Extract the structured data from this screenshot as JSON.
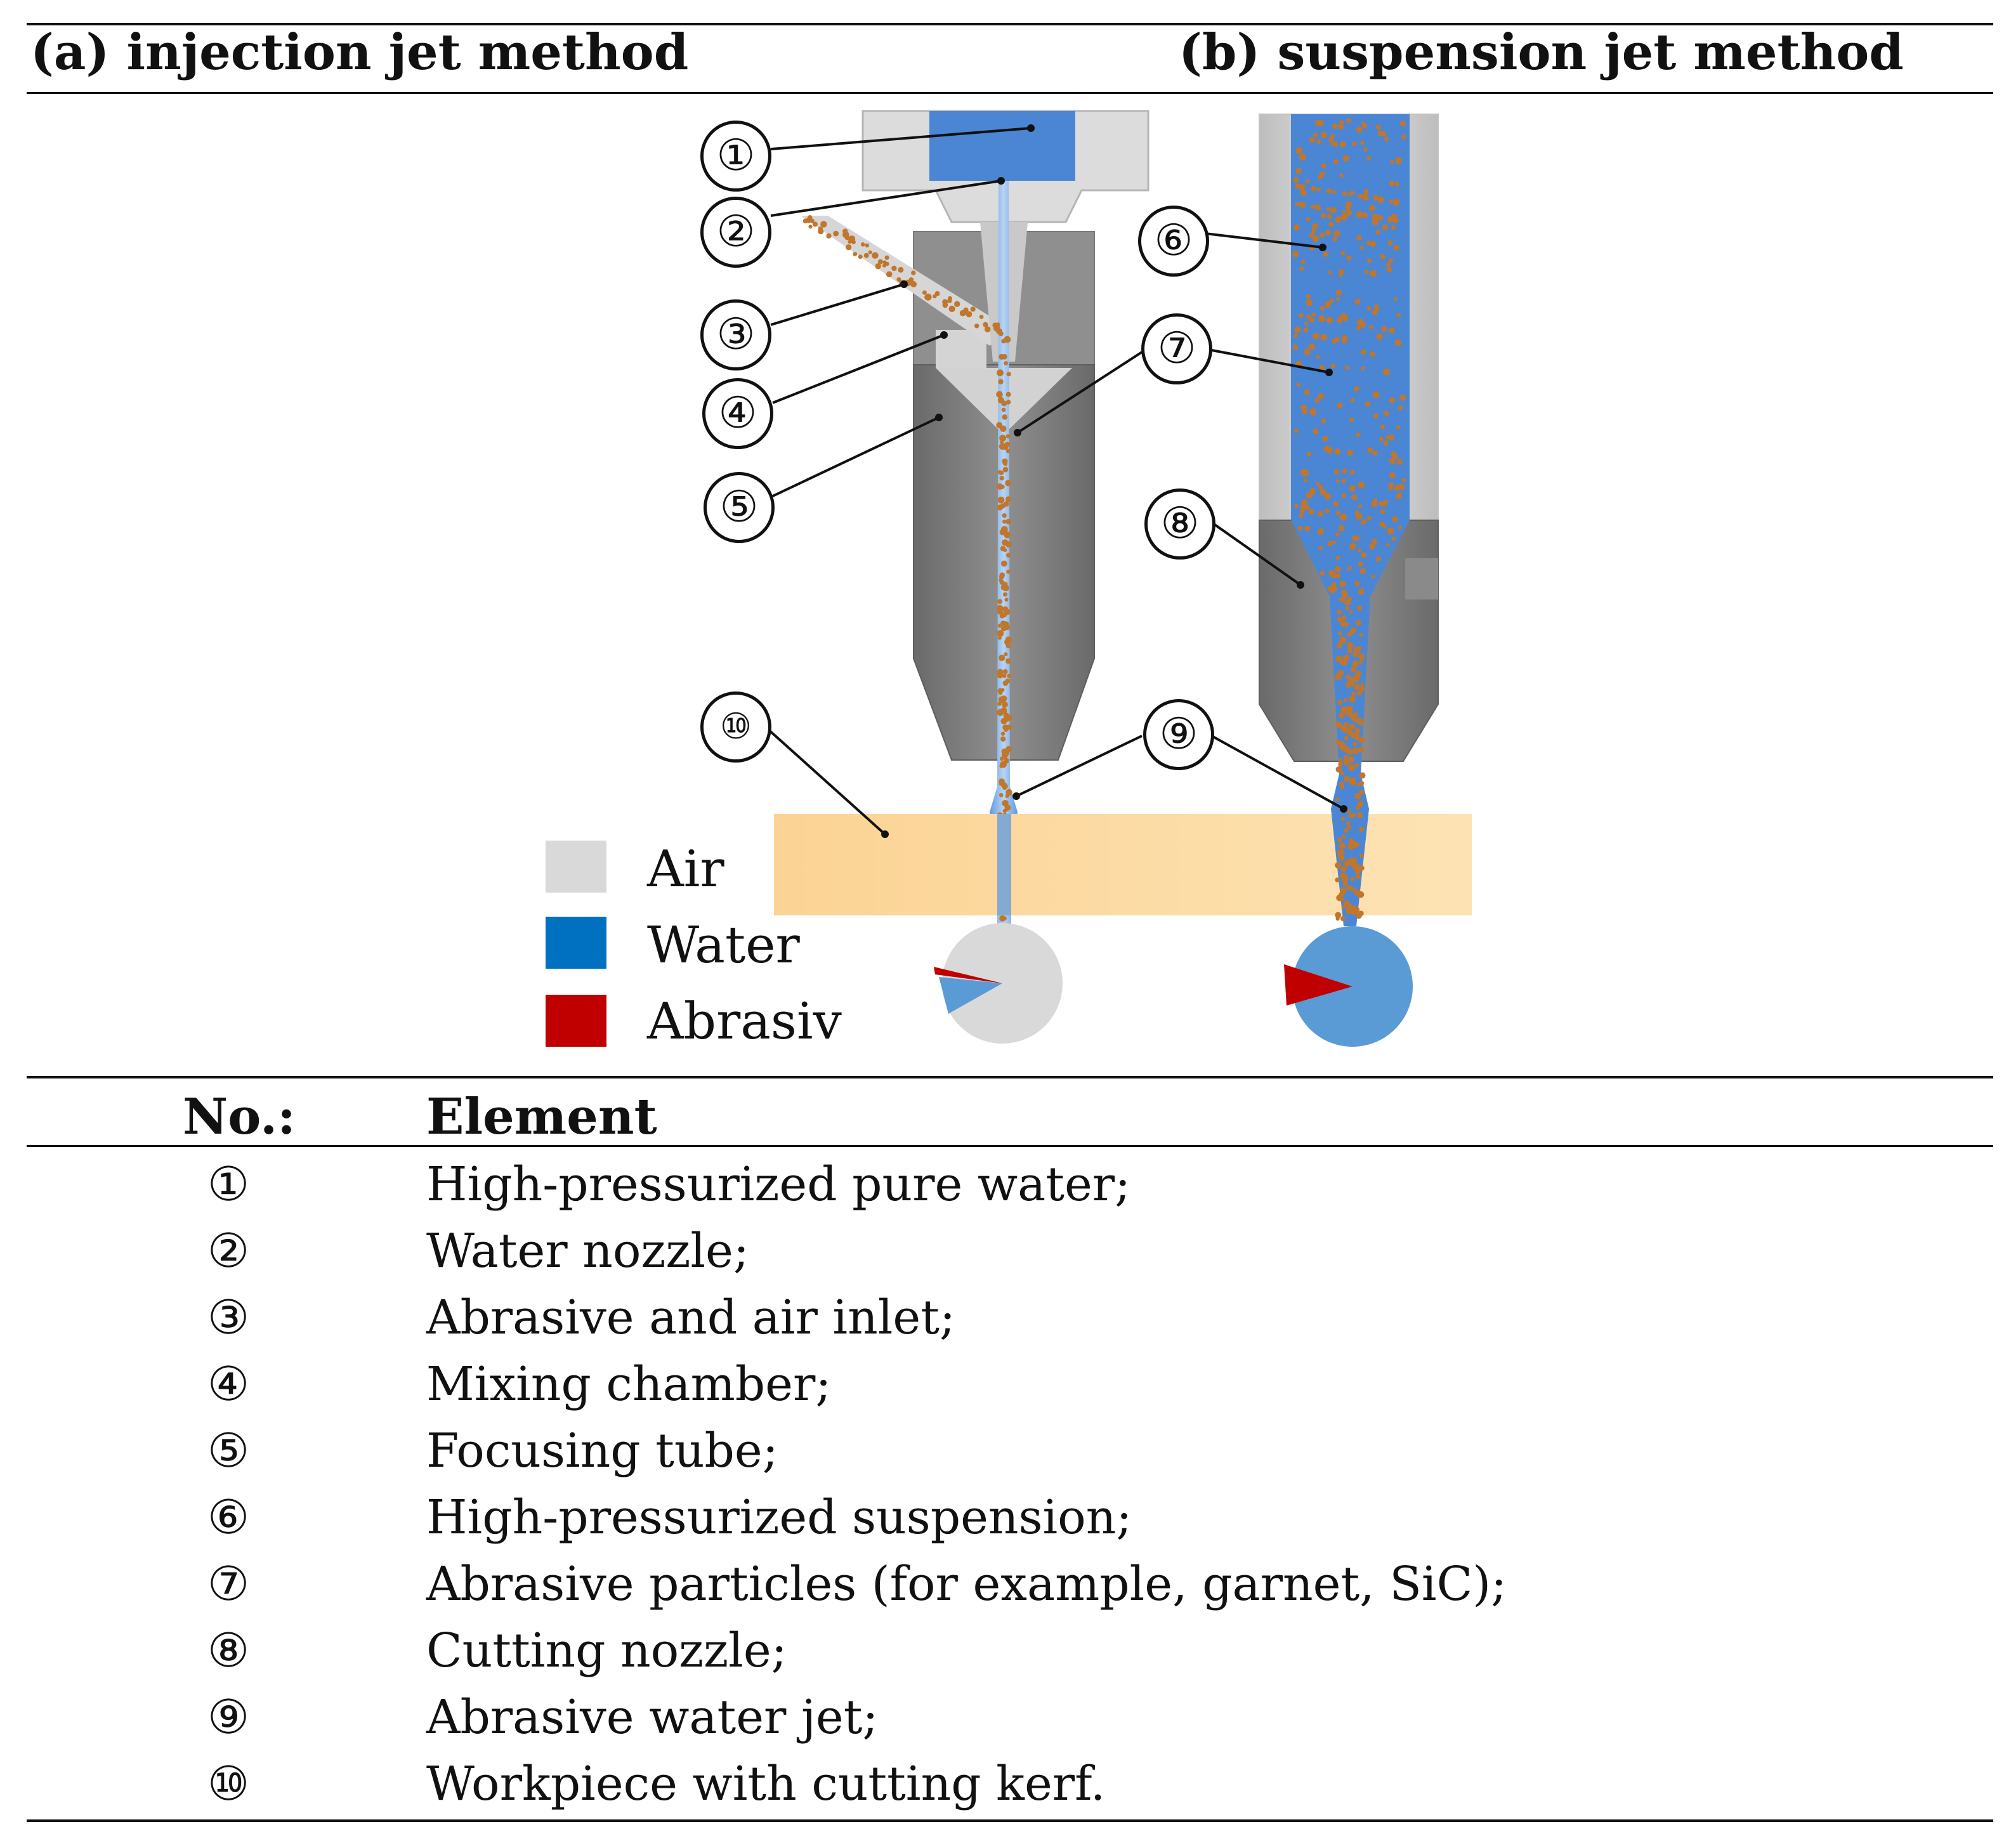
{
  "header": {
    "left_title": "(a) injection jet method",
    "right_title": "(b) suspension jet method"
  },
  "legend": [
    {
      "label": "Air",
      "color": "#d9d9d9"
    },
    {
      "label": "Water",
      "color": "#0070c0"
    },
    {
      "label": "Abrasiv",
      "color": "#c00000"
    }
  ],
  "colors": {
    "water": "#4a86d4",
    "light_grey": "#d4d4d4",
    "mid_grey": "#8c8c8c",
    "dark_grey": "#6e6e6e",
    "workpiece": "#fddba0",
    "abrasive_particle": "#c0762c",
    "pie_air": "#d9d9d9",
    "pie_water": "#5b9bd5",
    "pie_abrasive": "#c00000"
  },
  "callouts": [
    "①",
    "②",
    "③",
    "④",
    "⑤",
    "⑥",
    "⑦",
    "⑧",
    "⑨",
    "⑩"
  ],
  "table": {
    "header_no": "No.:",
    "header_element": "Element",
    "rows": [
      {
        "no": "①",
        "element": "High-pressurized pure water;"
      },
      {
        "no": "②",
        "element": "Water nozzle;"
      },
      {
        "no": "③",
        "element": "Abrasive and air inlet;"
      },
      {
        "no": "④",
        "element": "Mixing chamber;"
      },
      {
        "no": "⑤",
        "element": "Focusing tube;"
      },
      {
        "no": "⑥",
        "element": "High-pressurized suspension;"
      },
      {
        "no": "⑦",
        "element": "Abrasive particles (for example, garnet, SiC);"
      },
      {
        "no": "⑧",
        "element": "Cutting nozzle;"
      },
      {
        "no": "⑨",
        "element": "Abrasive water jet;"
      },
      {
        "no": "⑩",
        "element": "Workpiece with cutting kerf."
      }
    ]
  }
}
